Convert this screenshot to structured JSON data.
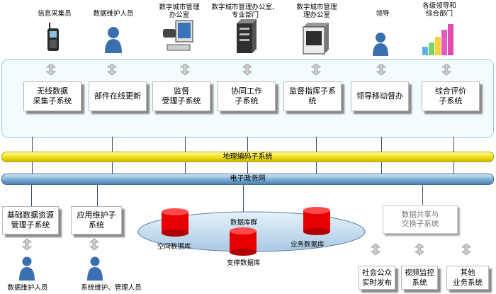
{
  "roles": [
    {
      "id": "collector",
      "label": "信息采集员"
    },
    {
      "id": "maintainer",
      "label": "数据维护人员"
    },
    {
      "id": "office1",
      "label": "数字城市管理\n办公室"
    },
    {
      "id": "office2",
      "label": "数字城市管理办公室、\n专业部门"
    },
    {
      "id": "office3",
      "label": "数字城市管理\n理办公室"
    },
    {
      "id": "leader",
      "label": "领导"
    },
    {
      "id": "depts",
      "label": "各级领导和\n综合部门"
    }
  ],
  "subsystems": [
    {
      "label": "无线数据\n采集子系统"
    },
    {
      "label": "部件在线更新"
    },
    {
      "label": "监督\n受理子系统"
    },
    {
      "label": "协同工作\n子系统"
    },
    {
      "label": "监督指挥子系\n统"
    },
    {
      "label": "领导移动督办"
    },
    {
      "label": "综合评价\n子系统"
    }
  ],
  "bars": {
    "geocode": "地理编码子系统",
    "egov": "电子政务网"
  },
  "bottom": {
    "basic_data": "基础数据资源\n管理子系统",
    "app_maint": "应用维护子\n系统",
    "db_group": "数据库群",
    "db_spatial": "空间数据库",
    "db_business": "业务数据库",
    "db_support": "支撑数据库",
    "share": "数据共享与\n交换子系统",
    "public": "社会公众\n实时发布",
    "video": "视频监控\n系统",
    "other": "其他\n业务系统",
    "person_left": "数据维护人员",
    "person_right": "系统维护、管理人员"
  }
}
